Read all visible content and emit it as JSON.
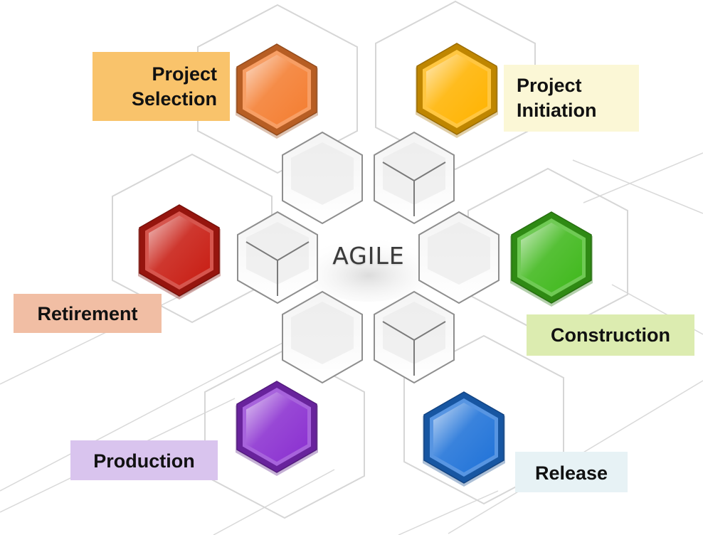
{
  "center_title": "AGILE",
  "phases": [
    {
      "id": "project-selection",
      "lines": [
        "Project",
        "Selection"
      ],
      "color": "#f47d30",
      "label_bg": "#f9c36b"
    },
    {
      "id": "project-initiation",
      "lines": [
        "Project",
        "Initiation"
      ],
      "color": "#ffb300",
      "label_bg": "#fbf7d6"
    },
    {
      "id": "construction",
      "lines": [
        "Construction"
      ],
      "color": "#3fb81b",
      "label_bg": "#dcecb0"
    },
    {
      "id": "release",
      "lines": [
        "Release"
      ],
      "color": "#1f72d8",
      "label_bg": "#e7f2f5"
    },
    {
      "id": "production",
      "lines": [
        "Production"
      ],
      "color": "#8a2fd0",
      "label_bg": "#d9c4ee"
    },
    {
      "id": "retirement",
      "lines": [
        "Retirement"
      ],
      "color": "#c81c12",
      "label_bg": "#f1bea4"
    }
  ]
}
